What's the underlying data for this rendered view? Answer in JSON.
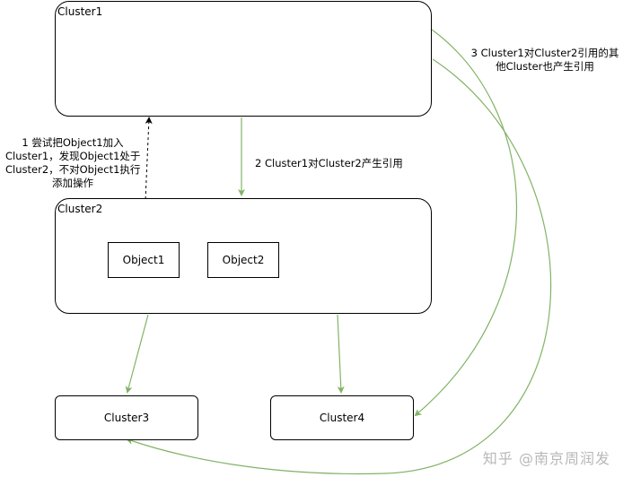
{
  "nodes": {
    "cluster1": "Cluster1",
    "cluster2": "Cluster2",
    "object1": "Object1",
    "object2": "Object2",
    "cluster3": "Cluster3",
    "cluster4": "Cluster4"
  },
  "annotations": {
    "step1": [
      "1 尝试把Object1加入",
      "Cluster1，发现Object1处于",
      "Cluster2，不对Object1执行",
      "添加操作"
    ],
    "step2": "2  Cluster1对Cluster2产生引用",
    "step3": [
      "3  Cluster1对Cluster2引用的其",
      "他Cluster也产生引用"
    ]
  },
  "colors": {
    "edge_green": "#82b366",
    "edge_dashed": "#000000",
    "watermark": "#b8b8b8"
  },
  "watermark": "知乎 @南京周润发"
}
